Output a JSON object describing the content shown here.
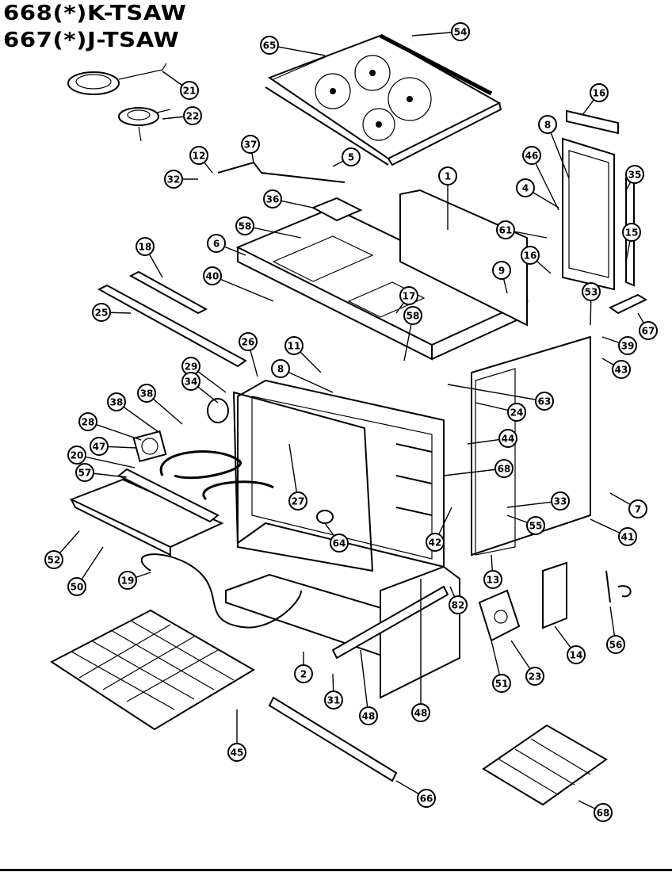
{
  "header": {
    "model_line_1": "668(*)K-TSAW",
    "model_line_2": "667(*)J-TSAW"
  },
  "parts": [
    {
      "id": "p1",
      "label": "1"
    },
    {
      "id": "p2",
      "label": "2"
    },
    {
      "id": "p4",
      "label": "4"
    },
    {
      "id": "p5",
      "label": "5"
    },
    {
      "id": "p6",
      "label": "6"
    },
    {
      "id": "p7",
      "label": "7"
    },
    {
      "id": "p8a",
      "label": "8"
    },
    {
      "id": "p8b",
      "label": "8"
    },
    {
      "id": "p9",
      "label": "9"
    },
    {
      "id": "p11",
      "label": "11"
    },
    {
      "id": "p12",
      "label": "12"
    },
    {
      "id": "p13",
      "label": "13"
    },
    {
      "id": "p14",
      "label": "14"
    },
    {
      "id": "p15",
      "label": "15"
    },
    {
      "id": "p16a",
      "label": "16"
    },
    {
      "id": "p16b",
      "label": "16"
    },
    {
      "id": "p17",
      "label": "17"
    },
    {
      "id": "p18",
      "label": "18"
    },
    {
      "id": "p19",
      "label": "19"
    },
    {
      "id": "p20",
      "label": "20"
    },
    {
      "id": "p21",
      "label": "21"
    },
    {
      "id": "p22",
      "label": "22"
    },
    {
      "id": "p23",
      "label": "23"
    },
    {
      "id": "p24",
      "label": "24"
    },
    {
      "id": "p25",
      "label": "25"
    },
    {
      "id": "p26",
      "label": "26"
    },
    {
      "id": "p27",
      "label": "27"
    },
    {
      "id": "p28",
      "label": "28"
    },
    {
      "id": "p29",
      "label": "29"
    },
    {
      "id": "p31",
      "label": "31"
    },
    {
      "id": "p32",
      "label": "32"
    },
    {
      "id": "p33",
      "label": "33"
    },
    {
      "id": "p34",
      "label": "34"
    },
    {
      "id": "p35",
      "label": "35"
    },
    {
      "id": "p36",
      "label": "36"
    },
    {
      "id": "p37",
      "label": "37"
    },
    {
      "id": "p38a",
      "label": "38"
    },
    {
      "id": "p38b",
      "label": "38"
    },
    {
      "id": "p39",
      "label": "39"
    },
    {
      "id": "p40",
      "label": "40"
    },
    {
      "id": "p41",
      "label": "41"
    },
    {
      "id": "p42",
      "label": "42"
    },
    {
      "id": "p43",
      "label": "43"
    },
    {
      "id": "p44",
      "label": "44"
    },
    {
      "id": "p45",
      "label": "45"
    },
    {
      "id": "p46",
      "label": "46"
    },
    {
      "id": "p47",
      "label": "47"
    },
    {
      "id": "p48a",
      "label": "48"
    },
    {
      "id": "p48b",
      "label": "48"
    },
    {
      "id": "p50",
      "label": "50"
    },
    {
      "id": "p51",
      "label": "51"
    },
    {
      "id": "p52",
      "label": "52"
    },
    {
      "id": "p53",
      "label": "53"
    },
    {
      "id": "p54",
      "label": "54"
    },
    {
      "id": "p55",
      "label": "55"
    },
    {
      "id": "p56",
      "label": "56"
    },
    {
      "id": "p57",
      "label": "57"
    },
    {
      "id": "p58a",
      "label": "58"
    },
    {
      "id": "p58b",
      "label": "58"
    },
    {
      "id": "p61",
      "label": "61"
    },
    {
      "id": "p63",
      "label": "63"
    },
    {
      "id": "p64",
      "label": "64"
    },
    {
      "id": "p65",
      "label": "65"
    },
    {
      "id": "p66",
      "label": "66"
    },
    {
      "id": "p67",
      "label": "67"
    },
    {
      "id": "p68a",
      "label": "68"
    },
    {
      "id": "p68b",
      "label": "68"
    },
    {
      "id": "p82",
      "label": "82"
    }
  ]
}
